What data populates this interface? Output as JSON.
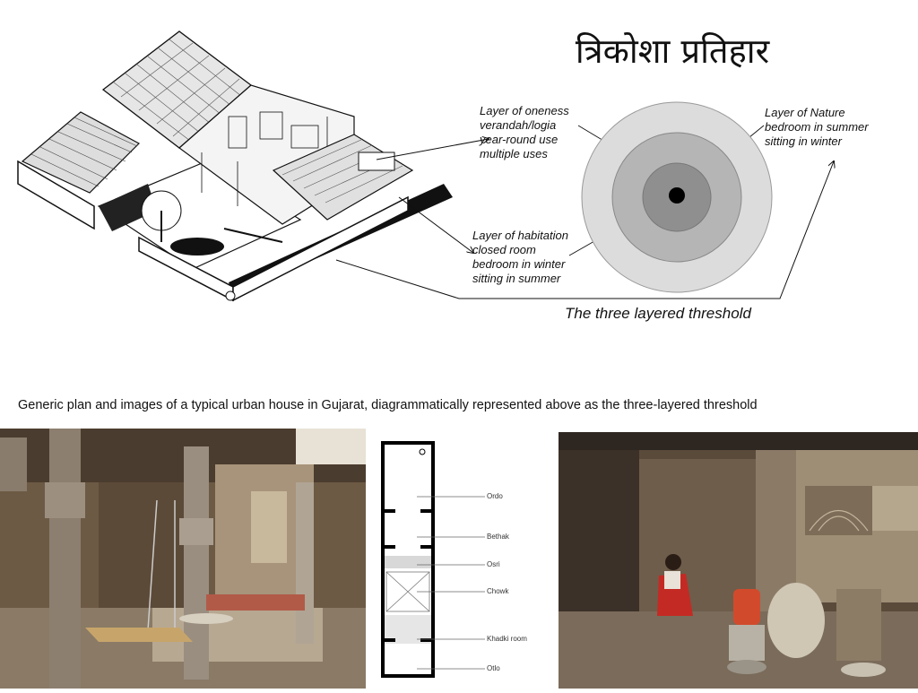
{
  "title": "त्रिकोशा प्रतिहार",
  "layers": {
    "oneness": {
      "lines": [
        "Layer of oneness",
        "verandah/logia",
        "year-round use",
        "multiple uses"
      ]
    },
    "nature": {
      "lines": [
        "Layer of Nature",
        "bedroom in summer",
        "sitting in winter"
      ]
    },
    "habitation": {
      "lines": [
        "Layer of habitation",
        "closed room",
        "bedroom in winter",
        "sitting in summer"
      ]
    }
  },
  "threshold_caption": "The three layered threshold",
  "caption": "Generic plan and images of a typical urban house in Gujarat, diagrammatically represented above as the three-layered threshold",
  "plan": {
    "labels": [
      "Ordo",
      "Bethak",
      "Osri",
      "Chowk",
      "Khadki room",
      "Otlo"
    ]
  },
  "colors": {
    "ring_outer": "#dcdcdc",
    "ring_middle": "#b5b5b5",
    "ring_inner": "#8f8f8f",
    "core": "#000000"
  }
}
